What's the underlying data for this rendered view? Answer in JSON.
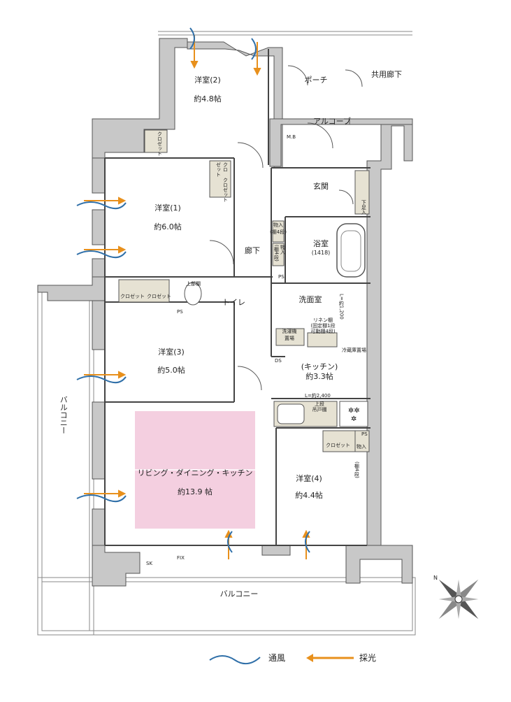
{
  "rooms": {
    "bedroom2": {
      "name": "洋室(2)",
      "area": "約4.8帖"
    },
    "bedroom1": {
      "name": "洋室(1)",
      "area": "約6.0帖"
    },
    "bedroom3": {
      "name": "洋室(3)",
      "area": "約5.0帖"
    },
    "bedroom4": {
      "name": "洋室(4)",
      "area": "約4.4帖"
    },
    "ldk": {
      "name": "リビング・ダイニング・キッチン",
      "area": "約13.9 帖"
    },
    "kitchen": {
      "name": "(キッチン)",
      "area": "約3.3帖"
    },
    "bath": {
      "name": "浴室",
      "size": "(1418)"
    },
    "washroom": {
      "name": "洗面室"
    },
    "toilet": {
      "name": "トイレ"
    },
    "hallway": {
      "name": "廊下"
    },
    "entrance": {
      "name": "玄関"
    },
    "alcove": {
      "name": "アルコーブ"
    },
    "porch": {
      "name": "ポーチ"
    },
    "common_corridor": {
      "name": "共用廊下"
    }
  },
  "storage": {
    "closet": "クロゼット",
    "closet_split_a": "クロ",
    "closet_split_b": "ゼット",
    "shoe_cabinet": "下足入",
    "storage_4": "物入",
    "storage_4_sub": "(棚4段)",
    "storage_hall": "物入",
    "storage_hall_sub": "(棚4段)",
    "bedroom4_storage": "物入",
    "bedroom4_storage_sub": "(棚4段)",
    "upper_shelf": "上部棚",
    "linen": "リネン棚",
    "linen_sub": "(固定棚1段",
    "linen_sub2": "可動棚4段)",
    "washer": "洗濯機",
    "washer_sub": "置場",
    "fridge": "冷蔵庫置場",
    "upper_cabinet": "上段",
    "upper_cabinet_sub": "吊戸棚",
    "mb": "M.B",
    "ps": "PS",
    "ds": "DS",
    "sk": "SK",
    "fix": "FIX",
    "l1200": "L=約1,200",
    "l2400": "L=約2,400"
  },
  "balcony": {
    "side": "バルコニー",
    "bottom": "バルコニー"
  },
  "legend": {
    "ventilation": "通風",
    "daylight": "採光"
  },
  "compass": {
    "label": "N"
  },
  "colors": {
    "wall": "#c8c8c8",
    "ldk_fill": "#f4cfe0",
    "storage_fill": "#e6e2d3",
    "arrow": "#e8901c",
    "wind": "#2f6fa8"
  }
}
